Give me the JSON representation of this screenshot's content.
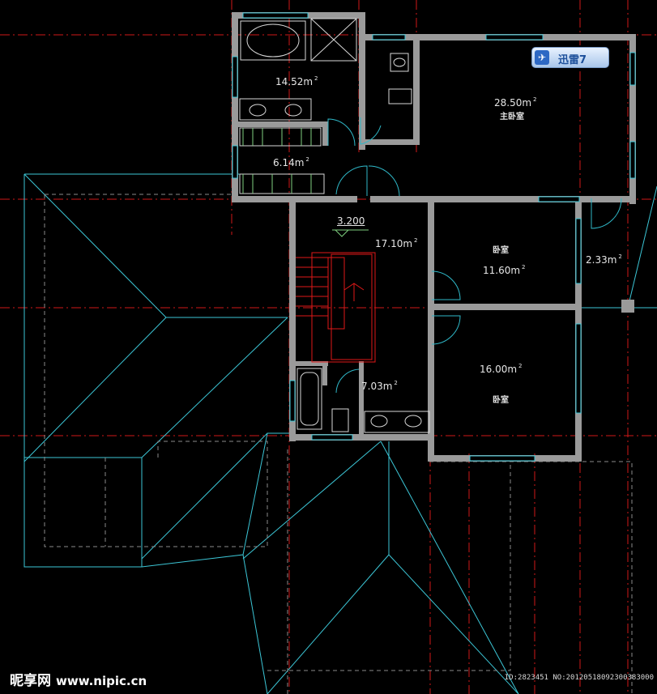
{
  "areas": [
    {
      "id": "a1",
      "value": "14.52m",
      "sup": "2"
    },
    {
      "id": "a2",
      "value": "6.14m",
      "sup": "2"
    },
    {
      "id": "a3",
      "value": "28.50m",
      "sup": "2"
    },
    {
      "id": "a4",
      "value": "17.10m",
      "sup": "2"
    },
    {
      "id": "a5",
      "value": "11.60m",
      "sup": "2"
    },
    {
      "id": "a6",
      "value": "2.33m",
      "sup": "2"
    },
    {
      "id": "a7",
      "value": "7.03m",
      "sup": "2"
    },
    {
      "id": "a8",
      "value": "16.00m",
      "sup": "2"
    }
  ],
  "room_names": {
    "master_bedroom": "主卧室",
    "bedroom_upper": "卧室",
    "bedroom_lower": "卧室"
  },
  "level_mark": "3.200",
  "badge": {
    "icon": "bird-icon",
    "text": "迅雷7"
  },
  "watermark": {
    "brand": "昵享网",
    "site": "www.nipic.cn",
    "id": "ID:2823451 NO:20120518092300383000"
  },
  "colors": {
    "background": "#000000",
    "wall": "#9a9a9a",
    "roof_lines": "#3cc6d6",
    "axis_lines": "#d01818",
    "stair": "#e01818",
    "fixtures": "#d8d8d8",
    "door_swing": "#2fb8c8",
    "window": "#40c8d8"
  }
}
